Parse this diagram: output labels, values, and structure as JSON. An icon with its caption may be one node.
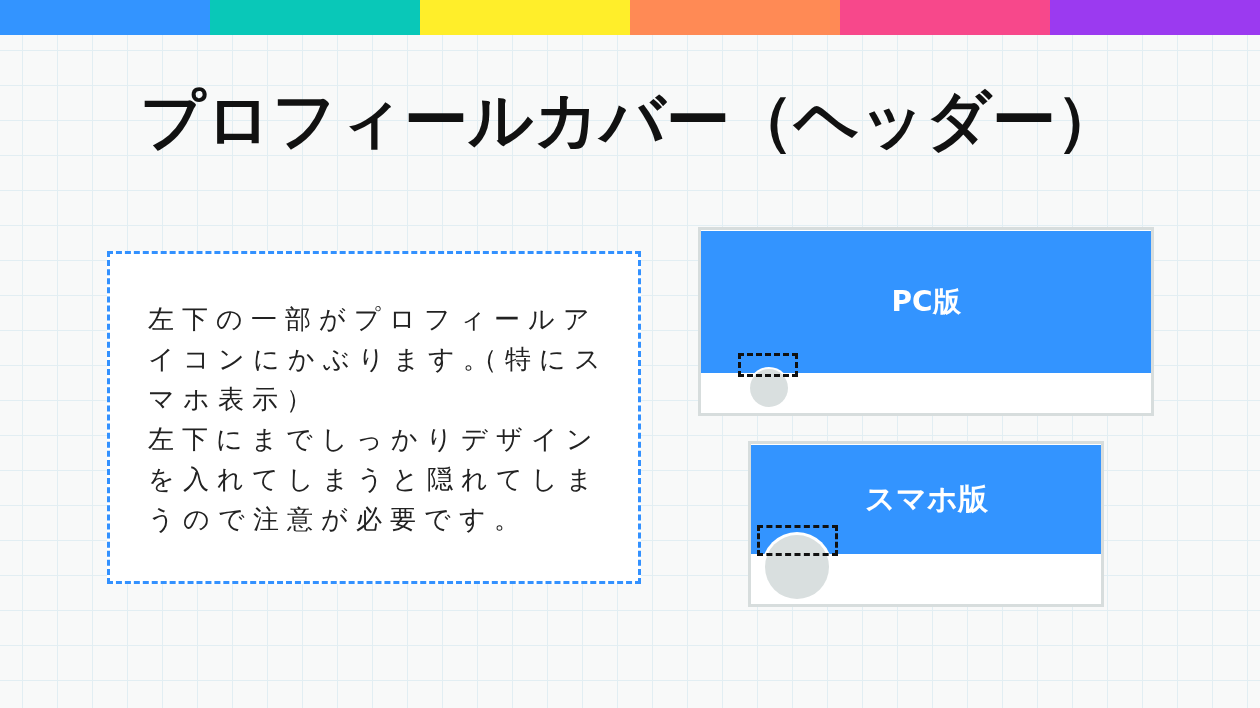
{
  "diagram": {
    "title": "プロフィールカバー（ヘッダー）",
    "nodes": [
      {
        "text": [
          "左下の一部がプロフィールアイコンにかぶります。（特にスマホ表示）",
          "左下にまでしっかりデザインを入れてしまうと隠れてしまうので注意が必要です。"
        ]
      },
      {
        "text": [
          "PC版"
        ]
      },
      {
        "text": [
          "スマホ版"
        ]
      }
    ]
  }
}
